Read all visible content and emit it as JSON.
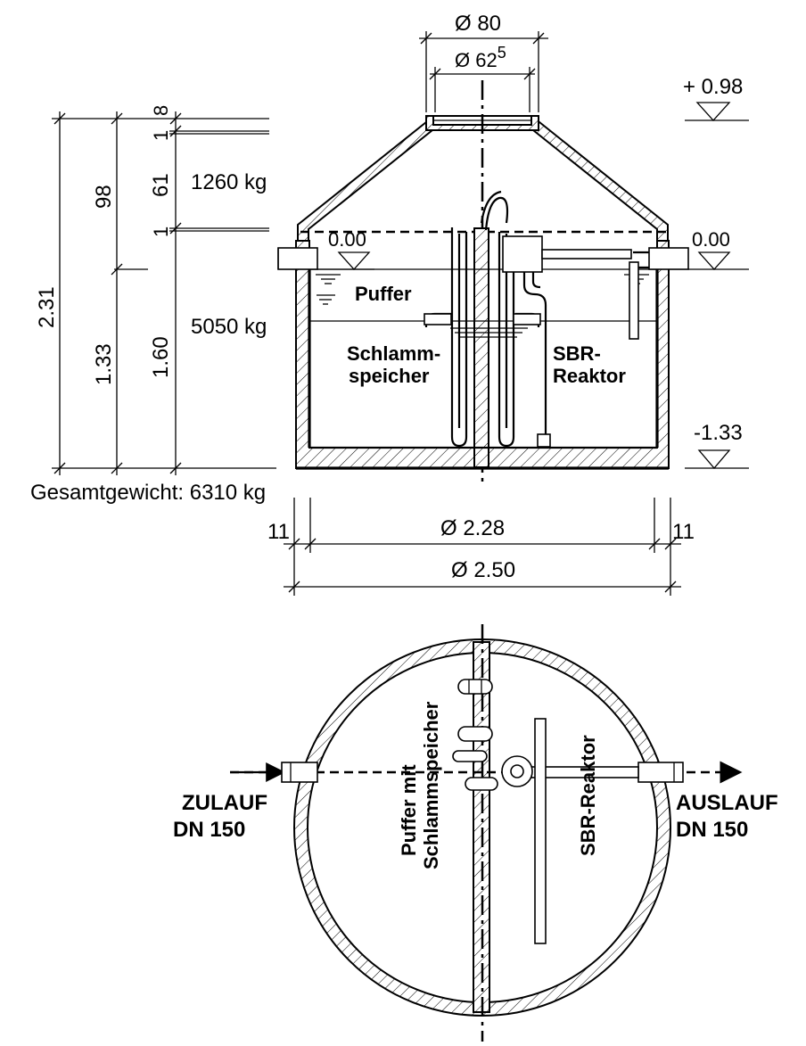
{
  "section": {
    "dia_outer_top": "Ø 80",
    "dia_inner_top": "Ø 62",
    "dia_inner_top_sup": "5",
    "level_top": "+ 0.98",
    "level_zero_left": "0.00",
    "level_zero_right": "0.00",
    "level_bottom": "-1.33",
    "dim_total": "2.31",
    "dim_98": "98",
    "dim_133": "1.33",
    "dim_8": "8",
    "dim_1_top": "1",
    "dim_61": "61",
    "dim_1_mid": "1",
    "dim_160": "1.60",
    "weight_top": "1260 kg",
    "weight_bottom": "5050 kg",
    "total_weight": "Gesamtgewicht: 6310 kg",
    "label_puffer": "Puffer",
    "label_schlamm_1": "Schlamm-",
    "label_schlamm_2": "speicher",
    "label_sbr_1": "SBR-",
    "label_sbr_2": "Reaktor",
    "dim_11_left": "11",
    "dim_11_right": "11",
    "dia_inner": "Ø  2.28",
    "dia_outer": "Ø 2.50"
  },
  "plan": {
    "inlet_1": "ZULAUF",
    "inlet_2": "DN 150",
    "outlet_1": "AUSLAUF",
    "outlet_2": "DN 150",
    "chamber_left_1": "Puffer mit",
    "chamber_left_2": "Schlammspeicher",
    "chamber_right": "SBR-Reaktor"
  }
}
